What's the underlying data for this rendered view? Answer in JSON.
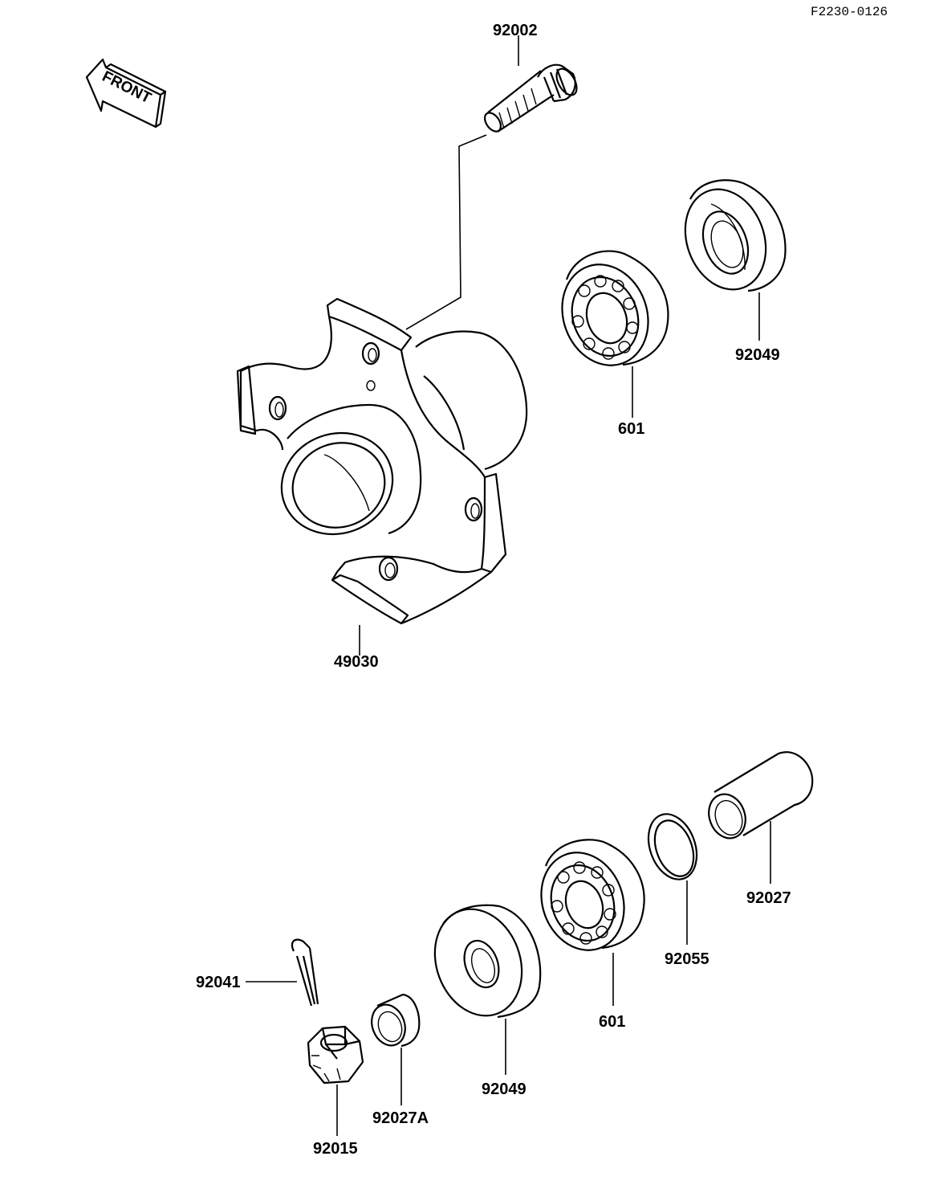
{
  "figure_id": "F2230-0126",
  "front_label": "FRONT",
  "callouts": {
    "stud": "92002",
    "hub": "49030",
    "bearing_upper": "601",
    "seal_upper": "92049",
    "cotter_pin": "92041",
    "castle_nut": "92015",
    "collar_small": "92027A",
    "seal_lower": "92049",
    "bearing_lower": "601",
    "washer": "92055",
    "spacer": "92027"
  }
}
